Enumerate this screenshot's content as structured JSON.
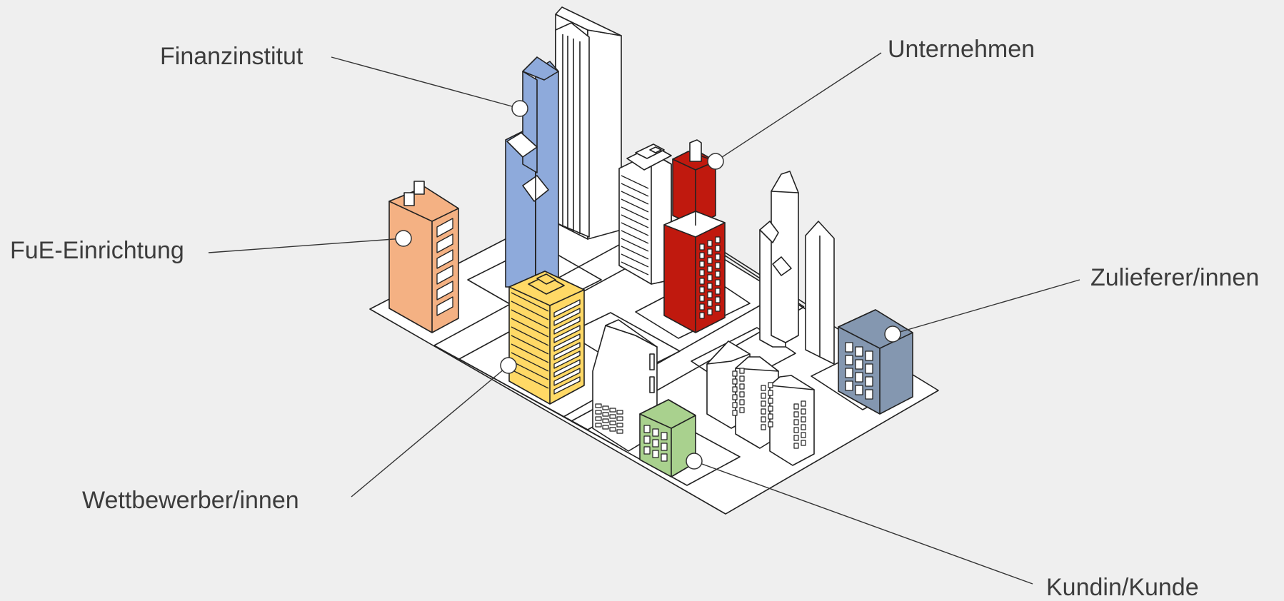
{
  "labels": {
    "finanzinstitut": "Finanzinstitut",
    "unternehmen": "Unternehmen",
    "fue": "FuE-Einrichtung",
    "zulieferer": "Zulieferer/innen",
    "wettbewerber": "Wettbewerber/innen",
    "kunde": "Kundin/Kunde"
  },
  "colors": {
    "background": "#efefef",
    "finanzinstitut": "#8eaadb",
    "unternehmen": "#c0190e",
    "fue": "#f4b183",
    "zulieferer": "#8497b0",
    "wettbewerber": "#ffd966",
    "kunde": "#a9d18e",
    "neutral": "#ffffff"
  }
}
